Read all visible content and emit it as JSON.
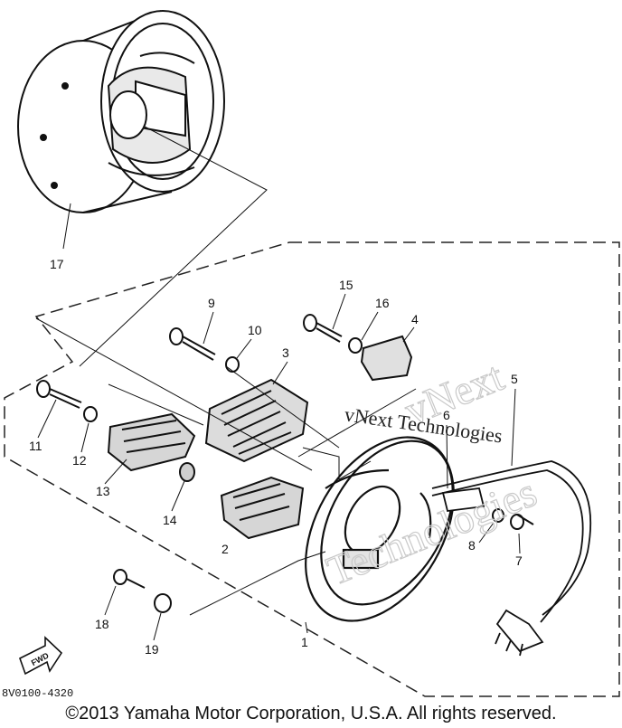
{
  "diagram": {
    "part_numbers": {
      "p1": "1",
      "p2": "2",
      "p3": "3",
      "p4": "4",
      "p5": "5",
      "p6": "6",
      "p7": "7",
      "p8": "8",
      "p9": "9",
      "p10": "10",
      "p11": "11",
      "p12": "12",
      "p13": "13",
      "p14": "14",
      "p15": "15",
      "p16": "16",
      "p17": "17",
      "p18": "18",
      "p19": "19"
    },
    "drawing_code": "8V0100-4320",
    "direction_arrow": "FWD",
    "watermark_main": "vNext Technologies",
    "watermark_outline_1": "vNext",
    "watermark_outline_2": "Technologies"
  },
  "footer": {
    "copyright": "©2013 Yamaha Motor Corporation, U.S.A. All rights reserved."
  }
}
